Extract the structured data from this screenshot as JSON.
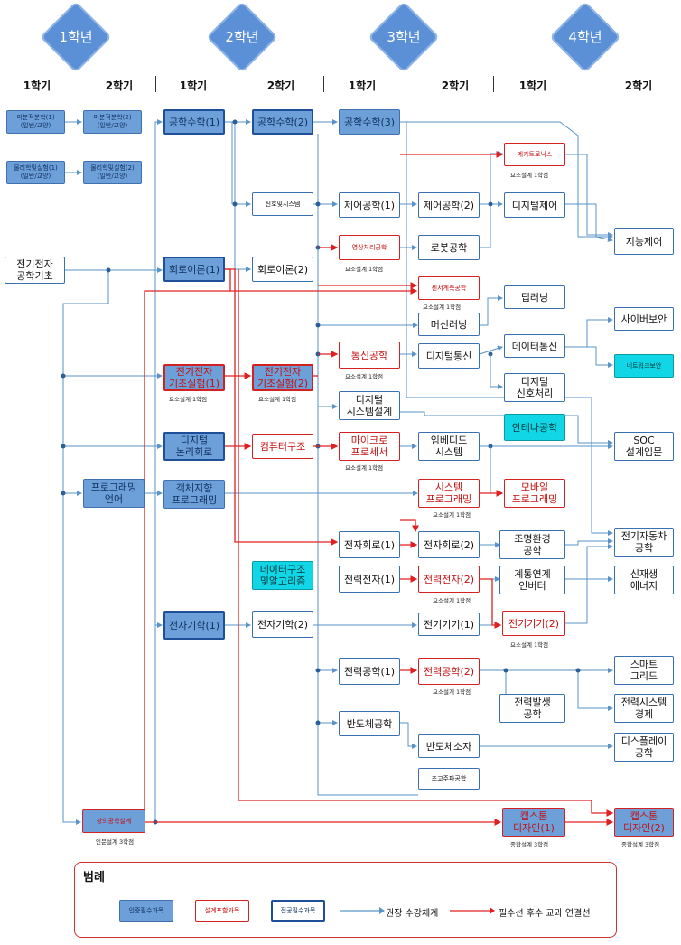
{
  "years": [
    {
      "id": "y1",
      "label": "1학년"
    },
    {
      "id": "y2",
      "label": "2학년"
    },
    {
      "id": "y3",
      "label": "3학년"
    },
    {
      "id": "y4",
      "label": "4학년"
    }
  ],
  "semesters": [
    "1학기",
    "2학기",
    "1학기",
    "2학기",
    "1학기",
    "2학기",
    "1학기",
    "2학기"
  ],
  "colors": {
    "blue_line": "#5a93c8",
    "red_line": "#e02020",
    "cert_fill": "#6d9fd9",
    "teal_fill": "#10d6e6"
  },
  "courses": [
    {
      "id": "c1",
      "label": "미분적분학(1)\n(일반/교양)",
      "type": "cert small"
    },
    {
      "id": "c2",
      "label": "미분적분학(2)\n(일반/교양)",
      "type": "cert small"
    },
    {
      "id": "c3",
      "label": "물리학및실험(1)\n(일반/교양)",
      "type": "cert small"
    },
    {
      "id": "c4",
      "label": "물리학및실험(2)\n(일반/교양)",
      "type": "cert small"
    },
    {
      "id": "c5",
      "label": "전기전자\n공학기초",
      "type": ""
    },
    {
      "id": "c6",
      "label": "프로그래밍\n언어",
      "type": "cert"
    },
    {
      "id": "c7",
      "label": "창의공학설계",
      "type": "cert design small"
    },
    {
      "id": "c8",
      "label": "공학수학(1)",
      "type": "cert major"
    },
    {
      "id": "c9",
      "label": "회로이론(1)",
      "type": "cert major"
    },
    {
      "id": "c10",
      "label": "전기전자\n기초실험(1)",
      "type": "cert design major"
    },
    {
      "id": "c11",
      "label": "디지털\n논리회로",
      "type": "cert major"
    },
    {
      "id": "c12",
      "label": "객체지향\n프로그래밍",
      "type": "cert"
    },
    {
      "id": "c13",
      "label": "전자기학(1)",
      "type": "cert major"
    },
    {
      "id": "c14",
      "label": "공학수학(2)",
      "type": "cert major"
    },
    {
      "id": "c15",
      "label": "신호및시스템",
      "type": "small"
    },
    {
      "id": "c16",
      "label": "회로이론(2)",
      "type": ""
    },
    {
      "id": "c17",
      "label": "전기전자\n기초실험(2)",
      "type": "cert design major"
    },
    {
      "id": "c18",
      "label": "컴퓨터구조",
      "type": "design"
    },
    {
      "id": "c19",
      "label": "데이터구조\n및알고리즘",
      "type": "teal"
    },
    {
      "id": "c20",
      "label": "전자기학(2)",
      "type": ""
    },
    {
      "id": "c21",
      "label": "공학수학(3)",
      "type": "cert"
    },
    {
      "id": "c22",
      "label": "제어공학(1)",
      "type": ""
    },
    {
      "id": "c23",
      "label": "영상처리공학",
      "type": "design small"
    },
    {
      "id": "c24",
      "label": "통신공학",
      "type": "design"
    },
    {
      "id": "c25",
      "label": "디지털\n시스템설계",
      "type": ""
    },
    {
      "id": "c26",
      "label": "마이크로\n프로세서",
      "type": "design"
    },
    {
      "id": "c27",
      "label": "전자회로(1)",
      "type": ""
    },
    {
      "id": "c28",
      "label": "전력전자(1)",
      "type": ""
    },
    {
      "id": "c29",
      "label": "전력공학(1)",
      "type": ""
    },
    {
      "id": "c30",
      "label": "반도체공학",
      "type": ""
    },
    {
      "id": "c31",
      "label": "제어공학(2)",
      "type": ""
    },
    {
      "id": "c32",
      "label": "로봇공학",
      "type": ""
    },
    {
      "id": "c33",
      "label": "센서계측공학",
      "type": "design small"
    },
    {
      "id": "c34",
      "label": "머신러닝",
      "type": ""
    },
    {
      "id": "c35",
      "label": "디지털통신",
      "type": ""
    },
    {
      "id": "c36",
      "label": "임베디드\n시스템",
      "type": ""
    },
    {
      "id": "c37",
      "label": "시스템\n프로그래밍",
      "type": "design"
    },
    {
      "id": "c38",
      "label": "전자회로(2)",
      "type": ""
    },
    {
      "id": "c39",
      "label": "전력전자(2)",
      "type": "design"
    },
    {
      "id": "c40",
      "label": "전기기기(1)",
      "type": ""
    },
    {
      "id": "c41",
      "label": "전력공학(2)",
      "type": "design"
    },
    {
      "id": "c42",
      "label": "반도체소자",
      "type": ""
    },
    {
      "id": "c43",
      "label": "초고주파공학",
      "type": "small"
    },
    {
      "id": "c44",
      "label": "메카트로닉스",
      "type": "design small"
    },
    {
      "id": "c45",
      "label": "디지털제어",
      "type": ""
    },
    {
      "id": "c46",
      "label": "딥러닝",
      "type": ""
    },
    {
      "id": "c47",
      "label": "데이터통신",
      "type": ""
    },
    {
      "id": "c48",
      "label": "디지털\n신호처리",
      "type": ""
    },
    {
      "id": "c49",
      "label": "안테나공학",
      "type": "teal"
    },
    {
      "id": "c50",
      "label": "모바일\n프로그래밍",
      "type": "design"
    },
    {
      "id": "c51",
      "label": "조명환경\n공학",
      "type": ""
    },
    {
      "id": "c52",
      "label": "계통연계\n인버터",
      "type": ""
    },
    {
      "id": "c53",
      "label": "전기기기(2)",
      "type": "design"
    },
    {
      "id": "c54",
      "label": "전력발생\n공학",
      "type": ""
    },
    {
      "id": "c55",
      "label": "캡스톤\n디자인(1)",
      "type": "cert design"
    },
    {
      "id": "c56",
      "label": "지능제어",
      "type": ""
    },
    {
      "id": "c57",
      "label": "사이버보안",
      "type": ""
    },
    {
      "id": "c58",
      "label": "네트워크보안",
      "type": "teal small"
    },
    {
      "id": "c59",
      "label": "SOC\n설계입문",
      "type": ""
    },
    {
      "id": "c60",
      "label": "전기자동차\n공학",
      "type": ""
    },
    {
      "id": "c61",
      "label": "신재생\n에너지",
      "type": ""
    },
    {
      "id": "c62",
      "label": "스마트\n그리드",
      "type": ""
    },
    {
      "id": "c63",
      "label": "전력시스템\n경제",
      "type": ""
    },
    {
      "id": "c64",
      "label": "디스플레이\n공학",
      "type": ""
    },
    {
      "id": "c65",
      "label": "캡스톤\n디자인(2)",
      "type": "cert design"
    }
  ],
  "notes": [
    {
      "id": "n1",
      "label": "인문설계 3학점"
    },
    {
      "id": "n2",
      "label": "요소설계 1학점"
    },
    {
      "id": "n3",
      "label": "요소설계 1학점"
    },
    {
      "id": "n4",
      "label": "요소설계 1학점"
    },
    {
      "id": "n5",
      "label": "요소설계 1학점"
    },
    {
      "id": "n6",
      "label": "요소설계 1학점"
    },
    {
      "id": "n7",
      "label": "요소설계 1학점"
    },
    {
      "id": "n8",
      "label": "요소설계 1학점"
    },
    {
      "id": "n9",
      "label": "요소설계 1학점"
    },
    {
      "id": "n10",
      "label": "요소설계 1학점"
    },
    {
      "id": "n11",
      "label": "요소설계 1학점"
    },
    {
      "id": "n12",
      "label": "요소설계 1학점"
    },
    {
      "id": "n13",
      "label": "종합설계 3학점"
    },
    {
      "id": "n14",
      "label": "종합설계 3학점"
    }
  ],
  "legend": {
    "title": "범례",
    "cert_course": "인증필수과목",
    "design_course": "설계포함과목",
    "major_course": "전공필수과목",
    "recommended_label": "권장 수강체계",
    "prerequisite_label": "필수선 후수 교과 연결선"
  }
}
